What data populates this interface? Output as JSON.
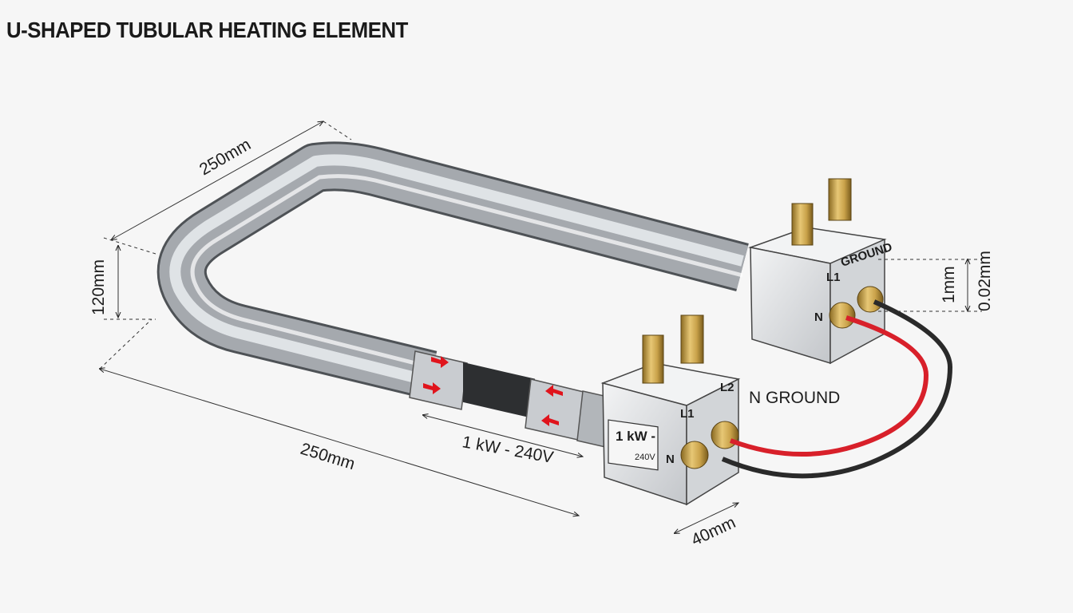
{
  "diagram": {
    "title": "U-SHAPED TUBULAR HEATING ELEMENT",
    "dimensions": {
      "top_length": "250mm",
      "bottom_length": "250mm",
      "height": "120mm",
      "block_width": "40mm",
      "right_dim_a": "1mm",
      "right_dim_b": "0.02mm"
    },
    "rating_label": "1 kW - 240V",
    "rating_plate": {
      "line1": "1 kW -",
      "line2": "240V"
    },
    "front_block": {
      "terminal_l1": "L1",
      "terminal_l2": "L2",
      "terminal_n": "N",
      "callout": "N GROUND"
    },
    "rear_block": {
      "terminal_l1": "L1",
      "terminal_n": "N",
      "ground": "GROUND"
    },
    "colors": {
      "tube": "#b8bcc1",
      "brass": "#c9a24a",
      "live_wire": "#d8202a",
      "neutral_wire": "#2a2a2a",
      "flow_arrow": "#e0141c"
    }
  }
}
